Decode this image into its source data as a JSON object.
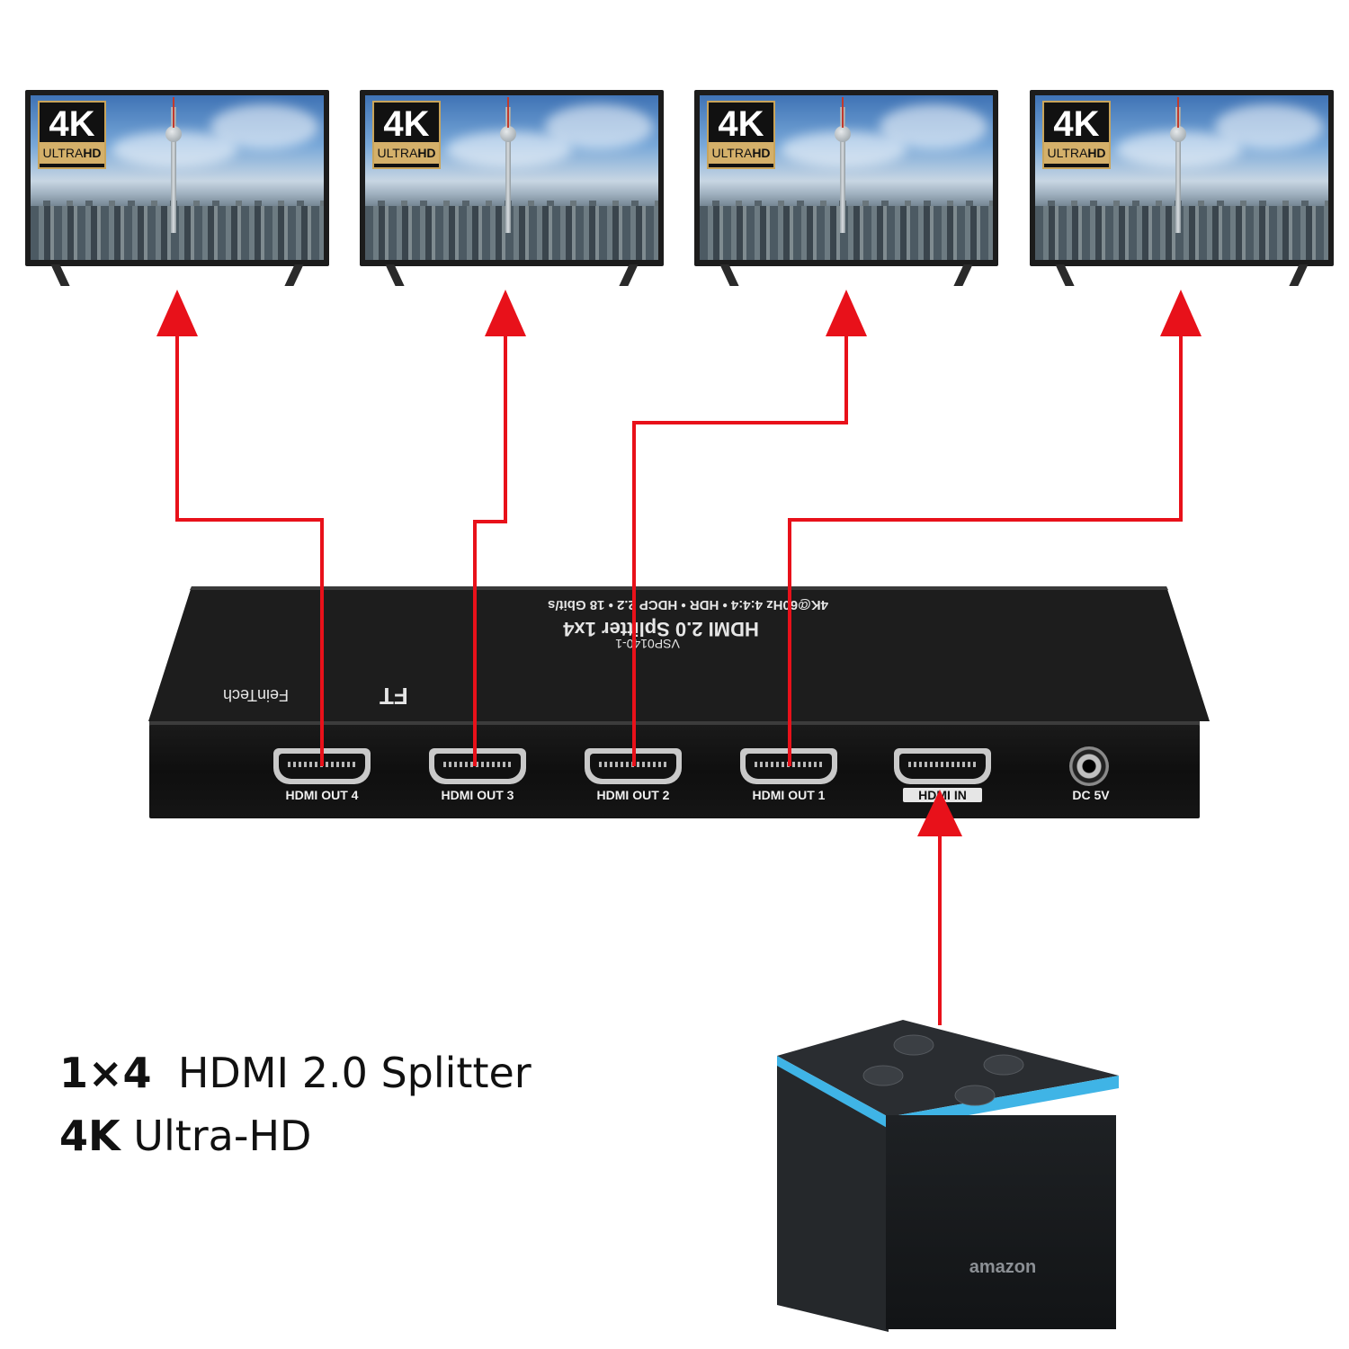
{
  "tv_badge": {
    "big": "4K",
    "small_light": "ULTRA",
    "small_bold": "HD"
  },
  "splitter": {
    "line1": "4K@60Hz 4:4:4 • HDR • HDCP 2.2 • 18 Gbit/s",
    "line2": "HDMI 2.0 Splitter 1x4",
    "line3": "VSP0140-1",
    "brand_mark": "FT",
    "brand": "FeinTech",
    "ports": [
      "HDMI OUT 4",
      "HDMI OUT 3",
      "HDMI OUT 2",
      "HDMI OUT 1",
      "HDMI IN"
    ],
    "dc_label": "DC 5V"
  },
  "source_device": {
    "brand": "amazon"
  },
  "caption": {
    "line1_bold": "1×4",
    "line1_rest": "HDMI 2.0 Splitter",
    "line2_bold": "4K",
    "line2_rest": "Ultra-HD"
  },
  "colors": {
    "arrow": "#e8111a",
    "cube_light": "#3fb4e6",
    "badge_gold": "#d4b06a"
  }
}
